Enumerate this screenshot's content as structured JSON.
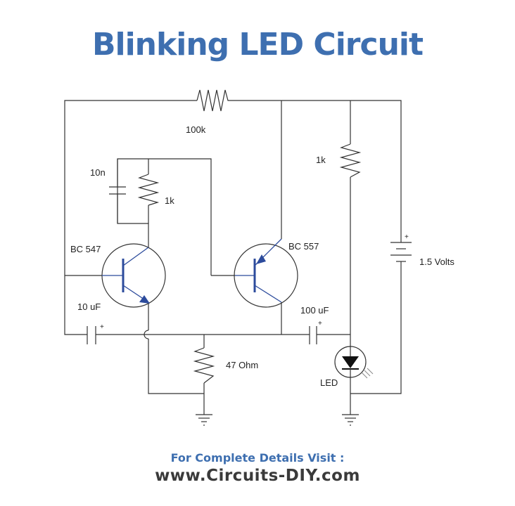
{
  "title": "Blinking LED Circuit",
  "labels": {
    "r_top": "100k",
    "cap_small": "10n",
    "r_left": "1k",
    "q1": "BC 547",
    "q2": "BC 557",
    "r_right": "1k",
    "cap_left": "10 uF",
    "cap_right": "100 uF",
    "plus_sign": "+",
    "r_emitter": "47 Ohm",
    "led": "LED",
    "battery": "1.5 Volts"
  },
  "footer": {
    "line1": "For Complete Details Visit :",
    "line2": "www.Circuits-DIY.com"
  },
  "colors": {
    "title": "#3e6fb0",
    "footer_line1": "#3e6fb0",
    "footer_line2": "#3a3a3a",
    "wire": "#333333",
    "transistor_lead": "#2c4b9c"
  }
}
